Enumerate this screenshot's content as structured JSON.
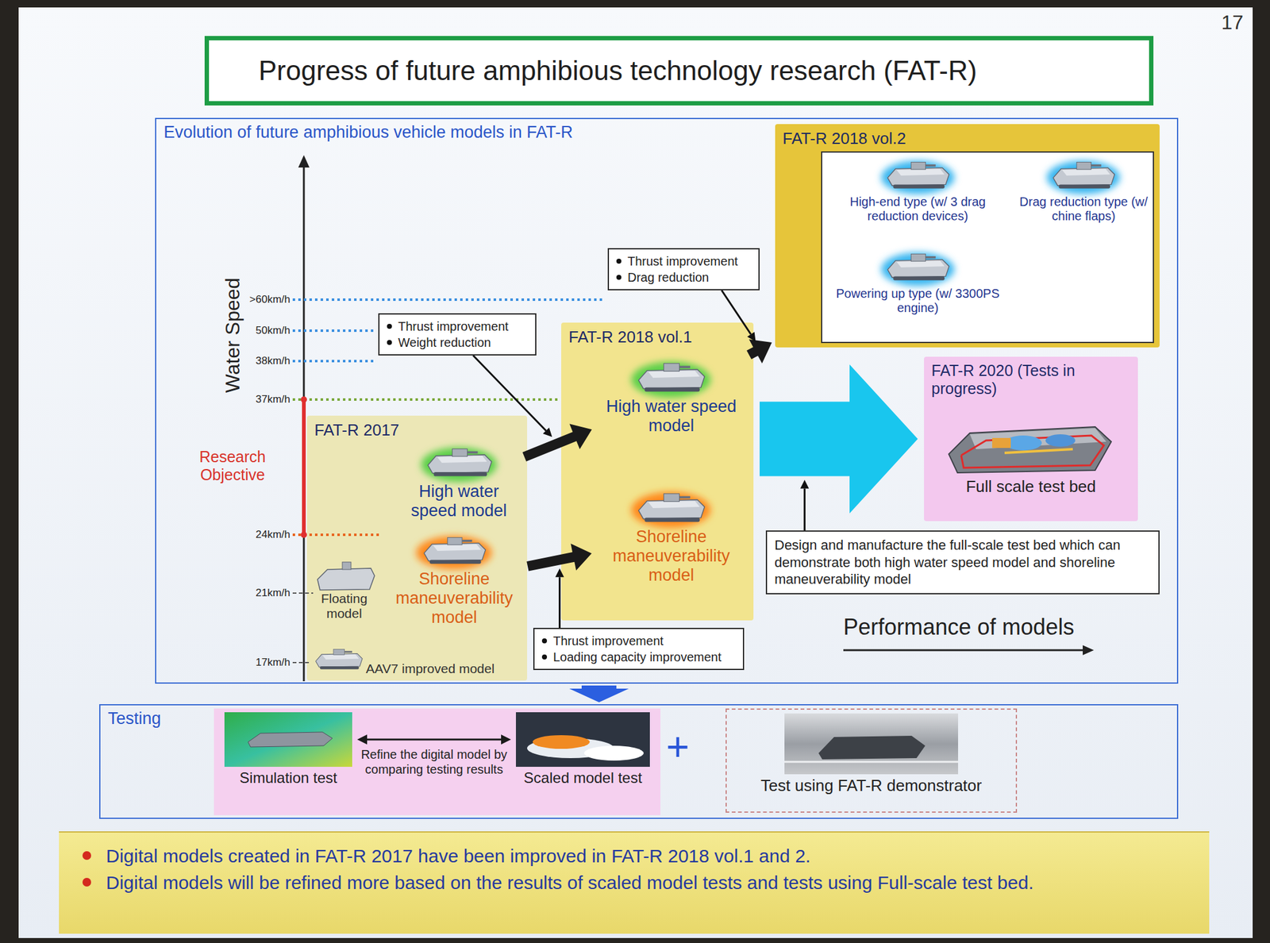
{
  "diagram": {
    "title": "Progress of future amphibious technology research (FAT-R)",
    "nodes": [
      {
        "text": [
          "Evolution of future amphibious vehicle models in FAT-R"
        ]
      },
      {
        "text": [
          "FAT-R 2018 vol.2"
        ],
        "in": 0
      },
      {
        "text": [
          "High-end type (w/ 3 drag reduction devices)"
        ],
        "in": 1
      },
      {
        "text": [
          "Drag reduction type (w/ chine flaps)"
        ],
        "in": 1
      },
      {
        "text": [
          "Powering up type (w/ 3300PS engine)"
        ],
        "in": 1
      },
      {
        "text": [
          "Thrust improvement",
          "Drag reduction"
        ],
        "in": 0
      },
      {
        "text": [
          "Thrust improvement",
          "Weight reduction"
        ],
        "in": 0
      },
      {
        "text": [
          "FAT-R 2018 vol.1"
        ],
        "in": 0
      },
      {
        "text": [
          "High water speed model"
        ],
        "in": 7
      },
      {
        "text": [
          "Shoreline maneuverability model"
        ],
        "in": 7
      },
      {
        "text": [
          "FAT-R 2020 (Tests in progress)"
        ],
        "in": 0
      },
      {
        "text": [
          "Full scale test bed"
        ],
        "in": 10
      },
      {
        "text": [
          "FAT-R 2017"
        ],
        "in": 0
      },
      {
        "text": [
          "High water speed model"
        ],
        "in": 12
      },
      {
        "text": [
          "Shoreline maneuverability model"
        ],
        "in": 12
      },
      {
        "text": [
          "Floating model"
        ],
        "in": 12
      },
      {
        "text": [
          "AAV7 improved model"
        ],
        "in": 12
      },
      {
        "text": [
          "Design and manufacture the full-scale test bed which can demonstrate both high water speed model and shoreline maneuverability model"
        ],
        "in": 0
      },
      {
        "text": [
          "Thrust improvement",
          "Loading capacity improvement"
        ],
        "in": 0
      },
      {
        "text": [
          "Testing"
        ]
      },
      {
        "text": [
          "Simulation test"
        ],
        "in": 19
      },
      {
        "text": [
          "Scaled model test"
        ],
        "in": 19
      },
      {
        "text": [
          "Test using FAT-R demonstrator"
        ],
        "in": 19
      },
      {
        "text": [
          "Digital models created in FAT-R 2017 have been improved in FAT-R 2018 vol.1 and 2.",
          "Digital models will be refined more based on the results of scaled model tests and tests using Full-scale test bed."
        ]
      }
    ],
    "edges": [
      {
        "from": 13,
        "to": 8,
        "arrow": "to"
      },
      {
        "from": 14,
        "to": 9,
        "arrow": "to"
      },
      {
        "from": 8,
        "to": 1,
        "arrow": "to"
      },
      {
        "from": 7,
        "to": 10,
        "arrow": "to"
      },
      {
        "from": 0,
        "to": 19,
        "arrow": "to"
      },
      {
        "from": 20,
        "to": 21,
        "label": "Refine the digital model by comparing testing results",
        "arrow": "both"
      }
    ],
    "labels": [
      "17",
      "Water Speed",
      ">60km/h",
      "50km/h",
      "38km/h",
      "37km/h",
      "24km/h",
      "21km/h",
      "17km/h",
      "Research Objective",
      "Performance of models",
      "+"
    ]
  }
}
